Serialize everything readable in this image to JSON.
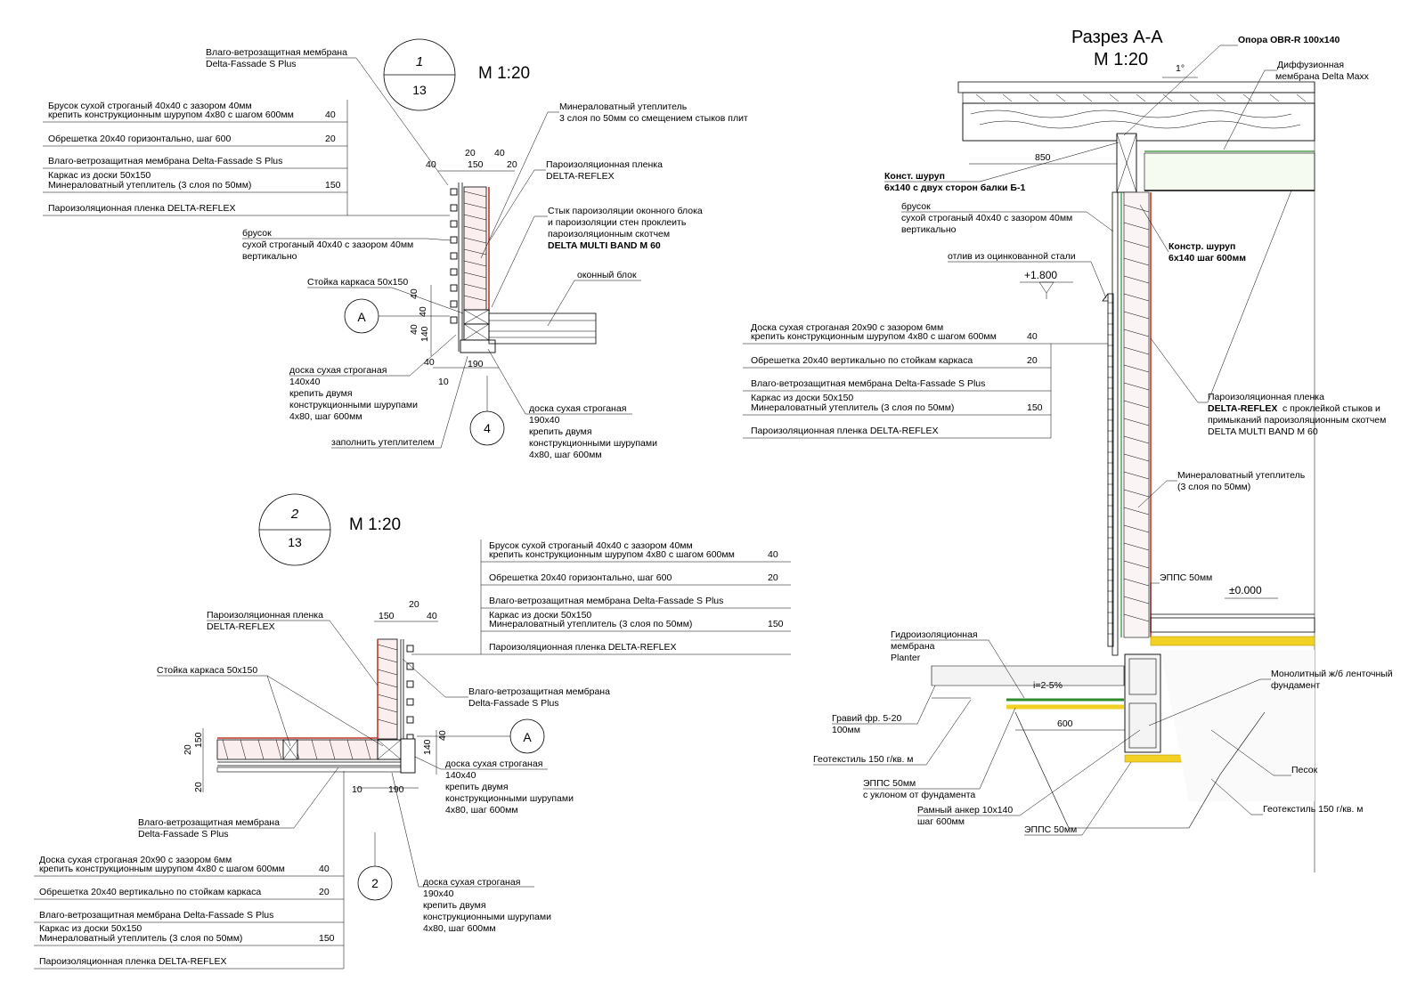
{
  "detail1": {
    "circle_top": "1",
    "circle_bottom": "13",
    "scale": "М 1:20",
    "notes": {
      "membrane": [
        "Влаго-ветрозащитная мембрана",
        "Delta-Fassade S Plus"
      ],
      "mineral": [
        "Минераловатный утеплитель",
        "3 слоя по 50мм со смещением стыков плит"
      ],
      "vapor": [
        "Пароизоляционная пленка",
        "DELTA-REFLEX"
      ],
      "joint": [
        "Стык пароизоляции оконного блока",
        "и пароизоляции стен проклеить",
        "пароизоляционным скотчем",
        "DELTA MULTI BAND M 60"
      ],
      "window": "оконный блок",
      "brusok": [
        "брусок",
        "сухой строганый 40х40 с зазором 40мм",
        "вертикально"
      ],
      "stoyka": "Стойка каркаса 50х150",
      "board140": [
        "доска сухая строганая",
        "140х40",
        "крепить двумя",
        "конструкционными шурупами",
        "4х80, шаг 600мм"
      ],
      "fill": "заполнить утеплителем",
      "board190": [
        "доска сухая строганая",
        "190х40",
        "крепить двумя",
        "конструкционными шурупами",
        "4х80, шаг 600мм"
      ]
    },
    "layers": [
      {
        "text": [
          "Брусок сухой строганый 40х40 с зазором 40мм",
          "крепить конструкционным шурупом 4х80 с шагом 600мм"
        ],
        "value": "40"
      },
      {
        "text": [
          "Обрешетка 20х40 горизонтально, шаг 600"
        ],
        "value": "20"
      },
      {
        "text": [
          "Влаго-ветрозащитная мембрана Delta-Fassade S Plus"
        ],
        "value": ""
      },
      {
        "text": [
          "Каркас из доски 50х150",
          "Минераловатный утеплитель (3 слоя по 50мм)"
        ],
        "value": "150"
      },
      {
        "text": [
          "Пароизоляционная пленка DELTA-REFLEX"
        ],
        "value": ""
      }
    ],
    "dims": {
      "d40a": "40",
      "d20a": "20",
      "d150": "150",
      "d40b": "40",
      "d20b": "20",
      "s40a": "40",
      "s40b": "40",
      "s40c": "40",
      "s140": "140",
      "s40d": "40",
      "b10": "10",
      "b190": "190"
    },
    "section_label": "A",
    "ref4": "4"
  },
  "detail2": {
    "circle_top": "2",
    "circle_bottom": "13",
    "scale": "М 1:20",
    "layers_top": [
      {
        "text": [
          "Брусок сухой строганый 40х40 с зазором 40мм",
          "крепить конструкционным шурупом 4х80 с шагом 600мм"
        ],
        "value": "40"
      },
      {
        "text": [
          "Обрешетка 20х40 горизонтально, шаг 600"
        ],
        "value": "20"
      },
      {
        "text": [
          "Влаго-ветрозащитная мембрана Delta-Fassade S Plus"
        ],
        "value": ""
      },
      {
        "text": [
          "Каркас из доски 50х150",
          "Минераловатный утеплитель (3 слоя по 50мм)"
        ],
        "value": "150"
      },
      {
        "text": [
          "Пароизоляционная пленка DELTA-REFLEX"
        ],
        "value": ""
      }
    ],
    "layers_bottom": [
      {
        "text": [
          "Доска сухая строганая 20х90 с зазором 6мм",
          "крепить конструкционным шурупом 4х80 с шагом 600мм"
        ],
        "value": "40"
      },
      {
        "text": [
          "Обрешетка 20х40 вертикально по стойкам каркаса"
        ],
        "value": "20"
      },
      {
        "text": [
          "Влаго-ветрозащитная мембрана Delta-Fassade S Plus"
        ],
        "value": ""
      },
      {
        "text": [
          "Каркас из доски 50х150",
          "Минераловатный утеплитель (3 слоя по 50мм)"
        ],
        "value": "150"
      },
      {
        "text": [
          "Пароизоляционная пленка DELTA-REFLEX"
        ],
        "value": ""
      }
    ],
    "notes": {
      "vapor": [
        "Пароизоляционная пленка",
        "DELTA-REFLEX"
      ],
      "stoyka": "Стойка каркаса 50х150",
      "membrane_r": [
        "Влаго-ветрозащитная мембрана",
        "Delta-Fassade S Plus"
      ],
      "membrane_l": [
        "Влаго-ветрозащитная мембрана",
        "Delta-Fassade S Plus"
      ],
      "board140": [
        "доска сухая строганая",
        "140х40",
        "крепить двумя",
        "конструкционными шурупами",
        "4х80, шаг 600мм"
      ],
      "board190": [
        "доска сухая строганая",
        "190х40",
        "крепить двумя",
        "конструкционными шурупами",
        "4х80, шаг 600мм"
      ]
    },
    "dims": {
      "d150": "150",
      "d20": "20",
      "d40": "40",
      "l20a": "20",
      "l150": "150",
      "l20b": "20",
      "r140": "140",
      "r40": "40",
      "b10": "10",
      "b190": "190"
    },
    "section_label": "A",
    "ref2": "2"
  },
  "sectionAA": {
    "title": "Разрез А-А",
    "scale": "М 1:20",
    "slope": "1°",
    "notes": {
      "support": "Опора OBR-R 100х140",
      "diffusion": [
        "Диффузионная",
        "мембрана Delta Maxx"
      ],
      "screw_beam": [
        "Конст. шуруп",
        "6х140 с двух сторон балки Б-1"
      ],
      "brusok": [
        "брусок",
        "сухой строганый 40х40 с зазором 40мм",
        "вертикально"
      ],
      "screw600": [
        "Констр. шуруп",
        "6х140 шаг 600мм"
      ],
      "otliv": "отлив из оцинкованной стали",
      "vapor": [
        "Пароизоляционная пленка",
        "DELTA-REFLEX",
        " с проклейкой стыков и",
        "примыканий пароизоляционным скотчем",
        "DELTA MULTI BAND M 60"
      ],
      "mineral": [
        "Минераловатный утеплитель",
        "(3 слоя по 50мм)"
      ],
      "epps_top": "ЭППС 50мм",
      "hydro": [
        "Гидроизоляционная",
        "мембрана",
        "Planter"
      ],
      "foundation": [
        "Монолитный ж/б ленточный",
        "фундамент"
      ],
      "gravel": [
        "Гравий фр. 5-20",
        "100мм"
      ],
      "geo_left": "Геотекстиль 150 г/кв. м",
      "epps_slope": [
        "ЭППС 50мм",
        "с уклоном от фундамента"
      ],
      "anchor": [
        "Рамный анкер 10х140",
        "шаг 600мм"
      ],
      "epps_bottom": "ЭППС 50мм",
      "sand": "Песок",
      "geo_right": "Геотекстиль 150 г/кв. м"
    },
    "layers": [
      {
        "text": [
          "Доска сухая строганая 20х90 с зазором 6мм",
          "крепить конструкционным шурупом 4х80 с шагом 600мм"
        ],
        "value": "40"
      },
      {
        "text": [
          "Обрешетка 20х40 вертикально по стойкам каркаса"
        ],
        "value": "20"
      },
      {
        "text": [
          "Влаго-ветрозащитная мембрана Delta-Fassade S Plus"
        ],
        "value": ""
      },
      {
        "text": [
          "Каркас из доски 50х150",
          "Минераловатный утеплитель (3 слоя по 50мм)"
        ],
        "value": "150"
      },
      {
        "text": [
          "Пароизоляционная пленка DELTA-REFLEX"
        ],
        "value": ""
      }
    ],
    "dims": {
      "d850": "850",
      "d600": "600",
      "slope": "i=2-5%"
    },
    "levels": {
      "top": "+1.800",
      "zero": "±0.000"
    }
  }
}
